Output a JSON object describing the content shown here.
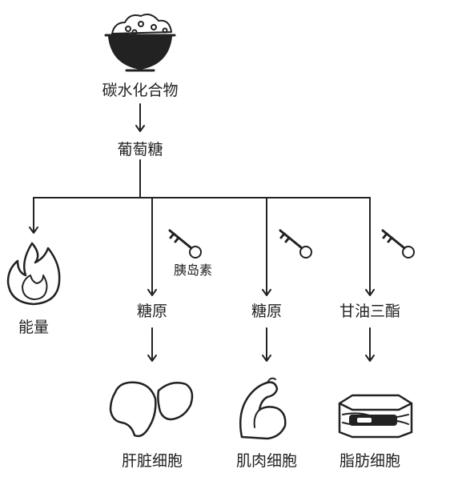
{
  "nodes": {
    "carbohydrate": "碳水化合物",
    "glucose": "葡萄糖",
    "energy": "能量",
    "insulin": "胰岛素",
    "glycogen_liver": "糖原",
    "glycogen_muscle": "糖原",
    "triglyceride": "甘油三酯",
    "liver_cell": "肝脏细胞",
    "muscle_cell": "肌肉细胞",
    "fat_cell": "脂肪细胞"
  },
  "icons": {
    "carbohydrate": "rice-bowl-icon",
    "energy": "flame-icon",
    "key": "key-icon",
    "liver": "liver-icon",
    "muscle": "flexed-arm-icon",
    "fat": "fat-tissue-icon"
  },
  "colors": {
    "stroke": "#222222",
    "background": "#ffffff"
  }
}
